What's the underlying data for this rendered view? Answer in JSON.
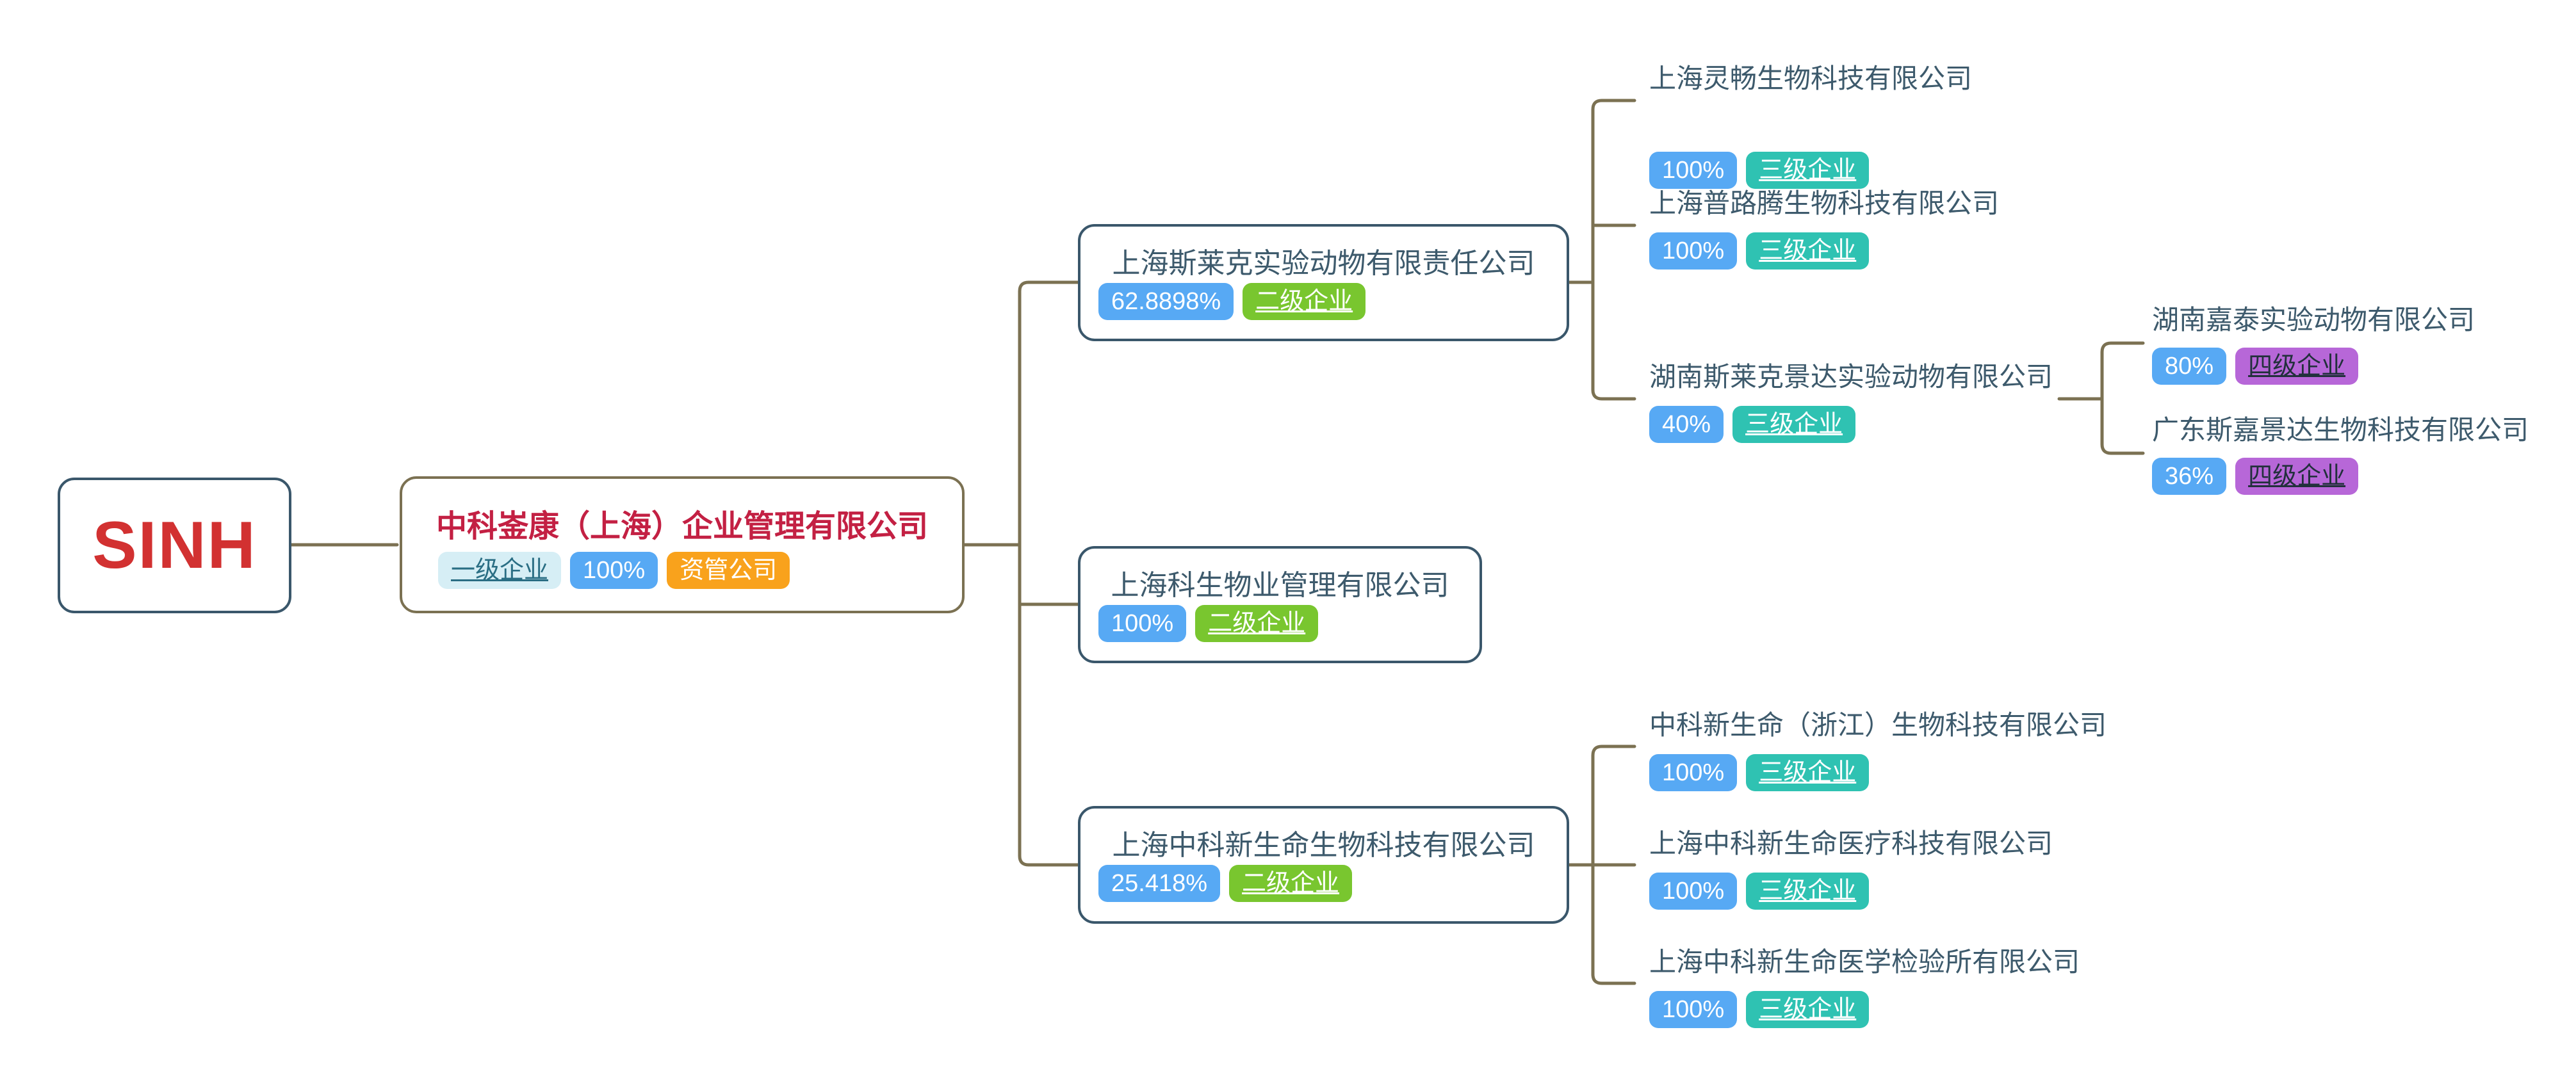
{
  "chart_title": "SINH corporate shareholding mind map",
  "colors": {
    "node_border_slate": "#3a576b",
    "node_title_slate": "#3d5a6c",
    "connector_olive": "#7b7152",
    "root_red": "#d23131",
    "level1_title_crimson": "#c32043",
    "percent_badge_blue": "#57a9f4",
    "level2_badge_green": "#79c62f",
    "level3_badge_teal": "#2fc2b2",
    "level4_badge_purple": "#b767d8",
    "level1_badge_lightblue_bg": "#d6eef5",
    "level1_badge_lightblue_text": "#2a6e84",
    "type_badge_orange": "#f9a21c"
  },
  "tree": {
    "root_label": "SINH",
    "level1": {
      "title": "中科崟康（上海）企业管理有限公司",
      "tags": {
        "level": "一级企业",
        "percent": "100%",
        "type": "资管公司"
      }
    },
    "l2": [
      {
        "title": "上海斯莱克实验动物有限责任公司",
        "percent": "62.8898%",
        "level": "二级企业",
        "children": [
          {
            "title": "上海灵畅生物科技有限公司",
            "percent": "100%",
            "level": "三级企业"
          },
          {
            "title": "上海普路腾生物科技有限公司",
            "percent": "100%",
            "level": "三级企业"
          },
          {
            "title": "湖南斯莱克景达实验动物有限公司",
            "percent": "40%",
            "level": "三级企业",
            "children": [
              {
                "title": "湖南嘉泰实验动物有限公司",
                "percent": "80%",
                "level": "四级企业"
              },
              {
                "title": "广东斯嘉景达生物科技有限公司",
                "percent": "36%",
                "level": "四级企业"
              }
            ]
          }
        ]
      },
      {
        "title": "上海科生物业管理有限公司",
        "percent": "100%",
        "level": "二级企业",
        "children": []
      },
      {
        "title": "上海中科新生命生物科技有限公司",
        "percent": "25.418%",
        "level": "二级企业",
        "children": [
          {
            "title": "中科新生命（浙江）生物科技有限公司",
            "percent": "100%",
            "level": "三级企业"
          },
          {
            "title": "上海中科新生命医疗科技有限公司",
            "percent": "100%",
            "level": "三级企业"
          },
          {
            "title": "上海中科新生命医学检验所有限公司",
            "percent": "100%",
            "level": "三级企业"
          }
        ]
      }
    ]
  }
}
